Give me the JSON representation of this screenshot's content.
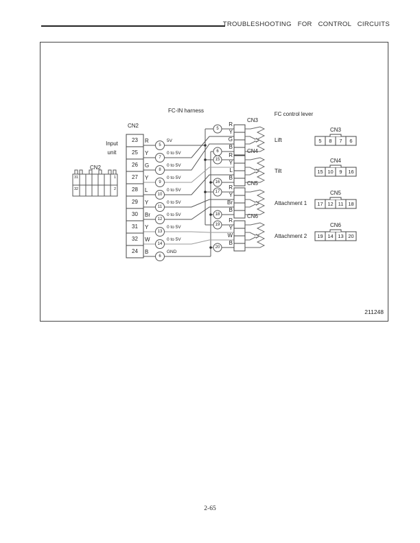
{
  "page": {
    "header_title": "TROUBLESHOOTING FOR CONTROL CIRCUITS",
    "figure_number": "211248",
    "page_number": "2-65"
  },
  "diagram": {
    "harness_label": "FC-IN harness",
    "lever_header": "FC control lever",
    "input_unit_line1": "Input",
    "input_unit_line2": "unit",
    "cn2_label": "CN2",
    "cn2_drawing": {
      "label": "CN2",
      "top_left": "31",
      "bottom_left": "32",
      "top_right": "1",
      "bottom_right": "2"
    },
    "left_pins": [
      {
        "pin": "23",
        "wire": "R",
        "circle": "5",
        "signal": "5V"
      },
      {
        "pin": "25",
        "wire": "Y",
        "circle": "7",
        "signal": "0 to 5V"
      },
      {
        "pin": "26",
        "wire": "G",
        "circle": "8",
        "signal": "0 to 5V"
      },
      {
        "pin": "27",
        "wire": "Y",
        "circle": "9",
        "signal": "0 to 5V"
      },
      {
        "pin": "28",
        "wire": "L",
        "circle": "10",
        "signal": "0 to 5V"
      },
      {
        "pin": "29",
        "wire": "Y",
        "circle": "11",
        "signal": "0 to 5V"
      },
      {
        "pin": "30",
        "wire": "Br",
        "circle": "12",
        "signal": "0 to 5V"
      },
      {
        "pin": "31",
        "wire": "Y",
        "circle": "13",
        "signal": "0 to 5V"
      },
      {
        "pin": "32",
        "wire": "W",
        "circle": "14",
        "signal": "0 to 5V"
      },
      {
        "pin": "24",
        "wire": "B",
        "circle": "6",
        "signal": "GND"
      }
    ],
    "levers": [
      {
        "connector": "CN3",
        "label": "Lift",
        "wires": [
          "R",
          "Y",
          "G",
          "B"
        ],
        "top_circle": "5",
        "bottom_circle": "6",
        "pin_table": [
          "5",
          "8",
          "7",
          "6"
        ]
      },
      {
        "connector": "CN4",
        "label": "Tilt",
        "wires": [
          "R",
          "Y",
          "L",
          "B"
        ],
        "top_circle": "15",
        "bottom_circle": "16",
        "pin_table": [
          "15",
          "10",
          "9",
          "16"
        ]
      },
      {
        "connector": "CN5",
        "label": "Attachment 1",
        "wires": [
          "R",
          "Y",
          "Br",
          "B"
        ],
        "top_circle": "17",
        "bottom_circle": "18",
        "pin_table": [
          "17",
          "12",
          "11",
          "18"
        ]
      },
      {
        "connector": "CN6",
        "label": "Attachment 2",
        "wires": [
          "R",
          "Y",
          "W",
          "B"
        ],
        "top_circle": "19",
        "bottom_circle": "20",
        "pin_table": [
          "19",
          "14",
          "13",
          "20"
        ]
      }
    ]
  }
}
